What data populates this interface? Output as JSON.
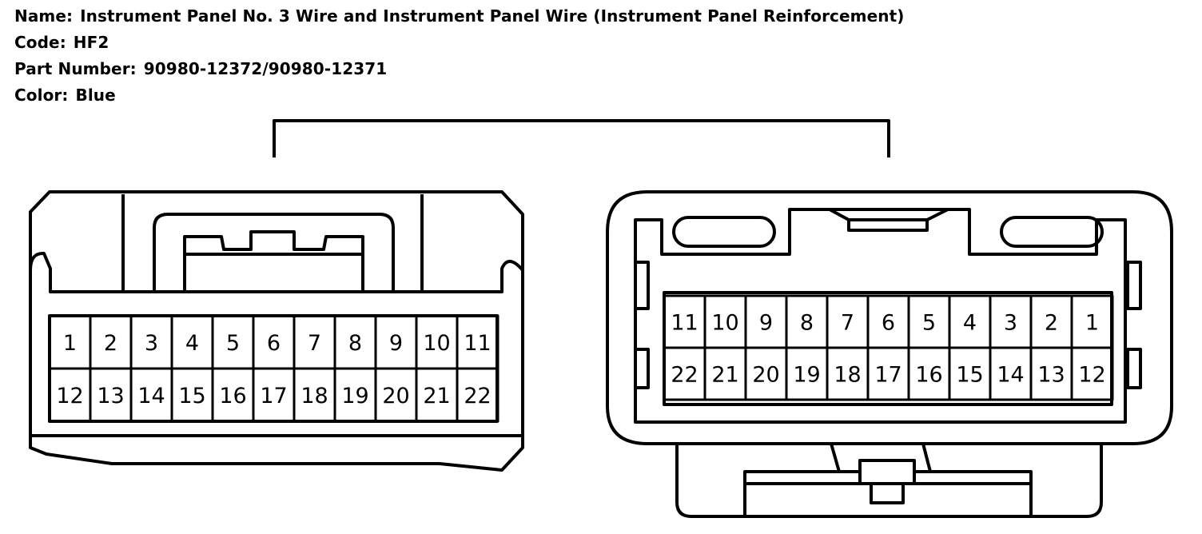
{
  "header": {
    "name_label": "Name:",
    "name": "Instrument Panel No. 3 Wire and Instrument Panel Wire (Instrument Panel Reinforcement)",
    "code_label": "Code:",
    "code": "HF2",
    "part_label": "Part Number:",
    "part_number": "90980-12372/90980-12371",
    "color_label": "Color:",
    "color": "Blue"
  },
  "left_connector": {
    "top_row": [
      "1",
      "2",
      "3",
      "4",
      "5",
      "6",
      "7",
      "8",
      "9",
      "10",
      "11"
    ],
    "bottom_row": [
      "12",
      "13",
      "14",
      "15",
      "16",
      "17",
      "18",
      "19",
      "20",
      "21",
      "22"
    ]
  },
  "right_connector": {
    "top_row": [
      "11",
      "10",
      "9",
      "8",
      "7",
      "6",
      "5",
      "4",
      "3",
      "2",
      "1"
    ],
    "bottom_row": [
      "22",
      "21",
      "20",
      "19",
      "18",
      "17",
      "16",
      "15",
      "14",
      "13",
      "12"
    ]
  },
  "colors": {
    "line": "#000000",
    "background": "#ffffff"
  }
}
